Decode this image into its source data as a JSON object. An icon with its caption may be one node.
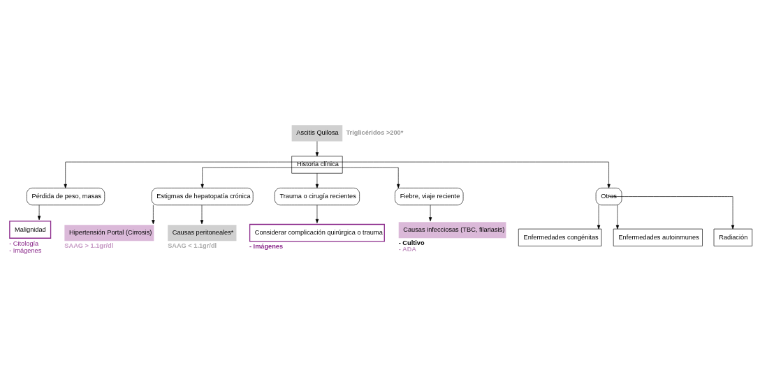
{
  "diagram": {
    "nodes": [
      {
        "text": [
          "Ascitis Quilosa"
        ],
        "beside": [
          "Triglicéridos >200*"
        ]
      },
      {
        "text": [
          "Historia clínica"
        ]
      },
      {
        "text": [
          "Pérdida de peso, masas"
        ]
      },
      {
        "text": [
          "Estigmas de hepatopatía crónica"
        ]
      },
      {
        "text": [
          "Trauma o cirugía recientes"
        ]
      },
      {
        "text": [
          "Fiebre, viaje reciente"
        ]
      },
      {
        "text": [
          "Otros"
        ]
      },
      {
        "text": [
          "Malignidad"
        ],
        "beside": [
          "- Citología",
          "- Imágenes"
        ]
      },
      {
        "text": [
          "Hipertensión Portal (Cirrosis)"
        ],
        "beside": [
          "SAAG > 1.1gr/dl"
        ]
      },
      {
        "text": [
          "Causas peritoneales*"
        ],
        "beside": [
          "SAAG < 1.1gr/dl"
        ]
      },
      {
        "text": [
          "Considerar complicación quirúrgica o trauma"
        ],
        "beside": [
          "- Imágenes"
        ]
      },
      {
        "text": [
          "Causas infecciosas (TBC, filariasis)"
        ],
        "beside": [
          "- Cultivo",
          "- ADA"
        ]
      },
      {
        "text": [
          "Enfermedades congénitas"
        ]
      },
      {
        "text": [
          "Enfermedades autoinmunes"
        ]
      },
      {
        "text": [
          "Radiación"
        ]
      }
    ],
    "edges": [
      {
        "from": 0,
        "to": 1,
        "arrow": "to"
      },
      {
        "from": 1,
        "to": 2,
        "arrow": "to"
      },
      {
        "from": 1,
        "to": 3,
        "arrow": "to"
      },
      {
        "from": 1,
        "to": 4,
        "arrow": "to"
      },
      {
        "from": 1,
        "to": 5,
        "arrow": "to"
      },
      {
        "from": 1,
        "to": 6,
        "arrow": "to"
      },
      {
        "from": 2,
        "to": 7,
        "arrow": "to"
      },
      {
        "from": 3,
        "to": 8,
        "arrow": "to"
      },
      {
        "from": 3,
        "to": 9,
        "arrow": "to"
      },
      {
        "from": 4,
        "to": 10,
        "arrow": "to"
      },
      {
        "from": 5,
        "to": 11,
        "arrow": "to"
      },
      {
        "from": 6,
        "to": 12,
        "arrow": "to"
      },
      {
        "from": 6,
        "to": 13,
        "arrow": "to"
      },
      {
        "from": 6,
        "to": 14,
        "arrow": "to"
      }
    ]
  }
}
